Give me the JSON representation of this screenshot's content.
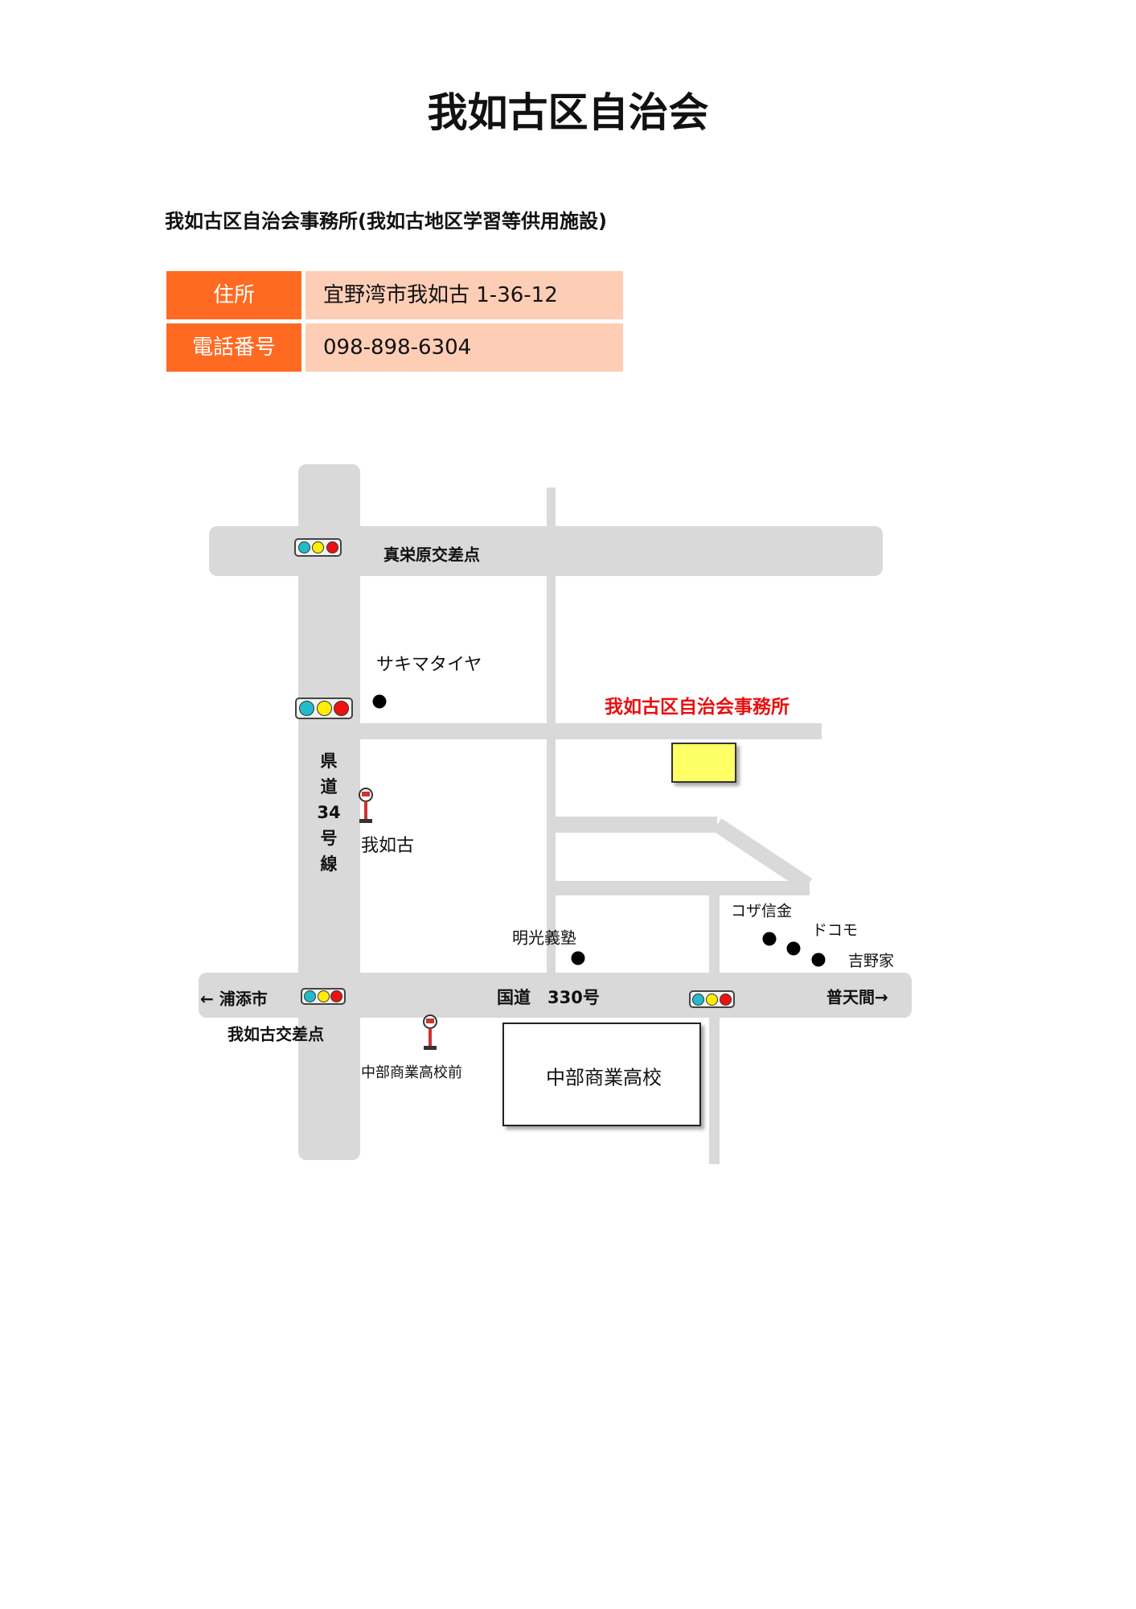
{
  "header": {
    "title": "我如古区自治会",
    "subtitle": "我如古区自治会事務所(我如古地区学習等供用施設)"
  },
  "info": [
    {
      "label": "住所",
      "value": "宜野湾市我如古 1-36-12"
    },
    {
      "label": "電話番号",
      "value": "098-898-6304"
    }
  ],
  "map": {
    "office_label": "我如古区自治会事務所",
    "office_color": "#ffff66",
    "road_color": "#d9d9d9",
    "labels": {
      "maeibaru_crossing": "真栄原交差点",
      "sakima_tire": "サキマタイヤ",
      "prefectural_road": [
        "県",
        "道",
        "34",
        "号",
        "線"
      ],
      "bus_stop_ganeko": "我如古",
      "meiko_gijuku": "明光義塾",
      "koza_shinkin": "コザ信金",
      "docomo": "ドコモ",
      "yoshinoya": "吉野家",
      "to_urasoe": "← 浦添市",
      "route_330": "国道　330号",
      "to_futenma": "普天間→",
      "ganeko_crossing": "我如古交差点",
      "bus_stop_school": "中部商業高校前",
      "school": "中部商業高校"
    }
  }
}
